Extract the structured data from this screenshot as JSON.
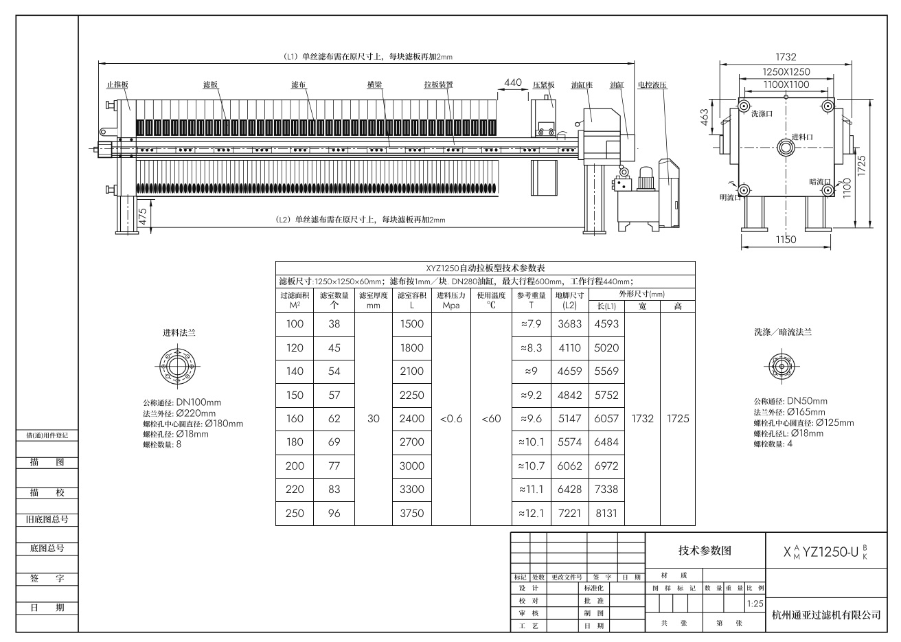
{
  "sheet": {
    "scale": "1:25",
    "drawing_title": "技术参数图",
    "company": "杭州通亚过滤机有限公司"
  },
  "side_view": {
    "note_l1": "（L1）单丝滤布需在原尺寸上，每块滤板再加2mm",
    "note_l2": "（L2）单丝滤布需在原尺寸上，每块滤板再加2mm",
    "dim_440": "440",
    "dim_475": "475",
    "labels": {
      "thrust_plate": "止推板",
      "filter_plate": "滤板",
      "filter_cloth": "滤布",
      "main_beam": "横梁",
      "plate_shifter": "拉板装置",
      "press_plate": "压紧板",
      "cylinder_seat": "油缸座",
      "cylinder": "油缸",
      "hydraulic_unit": "电控液压"
    }
  },
  "front_view": {
    "dim_total_width": "1732",
    "dim_plate_size": "1250X1250",
    "dim_port_spacing": "1100X1100",
    "dim_463": "463",
    "dim_total_height": "1725",
    "dim_feed_height": "1100",
    "dim_foot_span": "1150",
    "ports": {
      "wash": "洗涤口",
      "feed": "进料口",
      "dark_flow": "暗流口",
      "open_flow": "明流口"
    }
  },
  "table": {
    "title": "XYZ1250自动拉板型技术参数表",
    "subtitle": "滤板尺寸:1250×1250×60mm；滤布按1mm／块. DN280油缸，最大行程600mm，工作行程440mm；",
    "headers": [
      {
        "name": "过滤面积",
        "unit": "M²"
      },
      {
        "name": "滤室数量",
        "unit": "个"
      },
      {
        "name": "滤室厚度",
        "unit": "mm"
      },
      {
        "name": "滤室容积",
        "unit": "L"
      },
      {
        "name": "进料压力",
        "unit": "Mpa"
      },
      {
        "name": "使用温度",
        "unit": "℃"
      },
      {
        "name": "参考重量",
        "unit": "T"
      },
      {
        "name": "地脚尺寸",
        "unit": "(L2)"
      }
    ],
    "outline_header": "外形尺寸(mm)",
    "outline_cols": [
      "长(L1)",
      "宽",
      "高"
    ],
    "merged": {
      "thickness": "30",
      "pressure": "<0.6",
      "temperature": "<60",
      "width": "1732",
      "height": "1725"
    },
    "rows": [
      [
        "100",
        "38",
        "1500",
        "≈7.9",
        "3683",
        "4593"
      ],
      [
        "120",
        "45",
        "1800",
        "≈8.3",
        "4110",
        "5020"
      ],
      [
        "140",
        "54",
        "2100",
        "≈9",
        "4659",
        "5569"
      ],
      [
        "150",
        "57",
        "2250",
        "≈9.2",
        "4842",
        "5752"
      ],
      [
        "160",
        "62",
        "2400",
        "≈9.6",
        "5147",
        "6057"
      ],
      [
        "180",
        "69",
        "2700",
        "≈10.1",
        "5574",
        "6484"
      ],
      [
        "200",
        "77",
        "3000",
        "≈10.7",
        "6062",
        "6972"
      ],
      [
        "220",
        "83",
        "3300",
        "≈11.1",
        "6428",
        "7338"
      ],
      [
        "250",
        "96",
        "3750",
        "≈12.1",
        "7221",
        "8131"
      ]
    ]
  },
  "chart_data": {
    "type": "table",
    "title": "XYZ1250自动拉板型技术参数表",
    "columns": [
      "过滤面积 M²",
      "滤室数量 个",
      "滤室厚度 mm",
      "滤室容积 L",
      "进料压力 Mpa",
      "使用温度 ℃",
      "参考重量 T",
      "地脚尺寸 (L2)",
      "长(L1)",
      "宽",
      "高"
    ],
    "rows": [
      [
        100,
        38,
        30,
        1500,
        "<0.6",
        "<60",
        "≈7.9",
        3683,
        4593,
        1732,
        1725
      ],
      [
        120,
        45,
        30,
        1800,
        "<0.6",
        "<60",
        "≈8.3",
        4110,
        5020,
        1732,
        1725
      ],
      [
        140,
        54,
        30,
        2100,
        "<0.6",
        "<60",
        "≈9",
        4659,
        5569,
        1732,
        1725
      ],
      [
        150,
        57,
        30,
        2250,
        "<0.6",
        "<60",
        "≈9.2",
        4842,
        5752,
        1732,
        1725
      ],
      [
        160,
        62,
        30,
        2400,
        "<0.6",
        "<60",
        "≈9.6",
        5147,
        6057,
        1732,
        1725
      ],
      [
        180,
        69,
        30,
        2700,
        "<0.6",
        "<60",
        "≈10.1",
        5574,
        6484,
        1732,
        1725
      ],
      [
        200,
        77,
        30,
        3000,
        "<0.6",
        "<60",
        "≈10.7",
        6062,
        6972,
        1732,
        1725
      ],
      [
        220,
        83,
        30,
        3300,
        "<0.6",
        "<60",
        "≈11.1",
        6428,
        7338,
        1732,
        1725
      ],
      [
        250,
        96,
        30,
        3750,
        "<0.6",
        "<60",
        "≈12.1",
        7221,
        8131,
        1732,
        1725
      ]
    ]
  },
  "flange_feed": {
    "title": "进料法兰",
    "lines": [
      {
        "label": "公称通径:",
        "value": "DN100mm"
      },
      {
        "label": "法兰外径:",
        "value": "Ø220mm"
      },
      {
        "label": "螺栓孔中心圆直径:",
        "value": "Ø180mm"
      },
      {
        "label": "螺栓孔径:",
        "value": "Ø18mm"
      },
      {
        "label": "螺栓数量:",
        "value": "8"
      }
    ]
  },
  "flange_wash": {
    "title": "洗涤／暗流法兰",
    "lines": [
      {
        "label": "公称通径:",
        "value": "DN50mm"
      },
      {
        "label": "法兰外径:",
        "value": "Ø165mm"
      },
      {
        "label": "螺栓孔中心圆直径:",
        "value": "Ø125mm"
      },
      {
        "label": "螺栓孔径L:",
        "value": "Ø18mm"
      },
      {
        "label": "螺栓数量:",
        "value": "4"
      }
    ]
  },
  "title_block": {
    "rev_headers": [
      "标记",
      "处数",
      "更改文件号",
      "签　字",
      "日　期"
    ],
    "left_rows": [
      {
        "label": "设　计",
        "label2": "标准化"
      },
      {
        "label": "校　对",
        "label2": "批　准"
      },
      {
        "label": "审　核",
        "label2": "制　图"
      },
      {
        "label": "工　艺",
        "label2": "日　期"
      }
    ],
    "material_label": "材　　质",
    "mark_label": "图　样　标　记",
    "qty_label": "数　量",
    "weight_label": "重　量",
    "scale_label": "比　例",
    "scale_value": "1:25",
    "sheets_total_label": "共　　张",
    "sheet_no_label": "第　　张",
    "model": {
      "prefix": "X",
      "top1": "A",
      "bot1": "M",
      "mid": "YZ1250-U",
      "top2": "B",
      "bot2": "K"
    }
  },
  "sidebar": {
    "items": [
      "借(通)用件登记",
      "描　　图",
      "描　　校",
      "旧底图总号",
      "底图总号",
      "签　　字",
      "日　　期"
    ]
  }
}
